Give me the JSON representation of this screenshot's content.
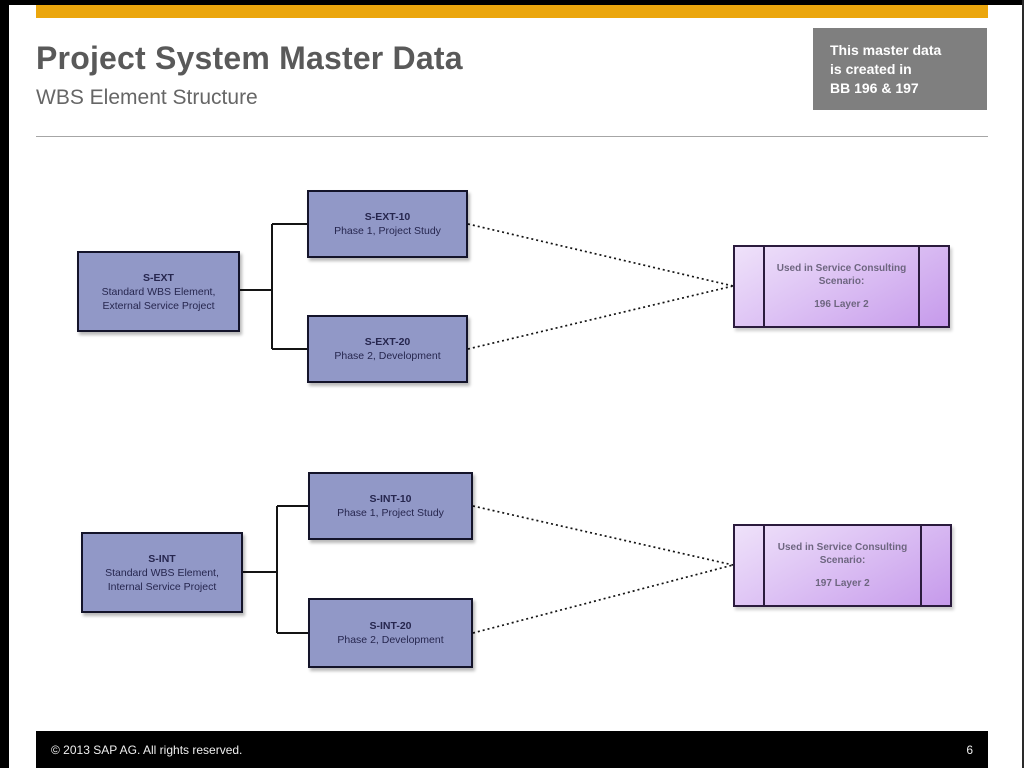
{
  "slide": {
    "title": "Project System Master Data",
    "subtitle": "WBS Element Structure",
    "callout": {
      "line1": "This master data",
      "line2": "is created in",
      "line3": "BB 196 & 197"
    },
    "footer": {
      "copyright": "© 2013 SAP AG. All rights reserved.",
      "page_number": "6"
    },
    "colors": {
      "accent_gold": "#EBA60D",
      "wbs_box_fill": "#9198C7",
      "wbs_box_border": "#14142A",
      "usage_box_fill_light": "#EFE2FA",
      "usage_box_fill_dark": "#C69AEB",
      "usage_box_border": "#2B1B3D",
      "callout_bg": "#7F7F7F",
      "title_gray": "#595959",
      "footer_bg": "#000000"
    }
  },
  "diagram": {
    "external": {
      "root": {
        "id": "S-EXT",
        "line1": "Standard WBS Element,",
        "line2": "External Service Project"
      },
      "child1": {
        "id": "S-EXT-10",
        "desc": "Phase 1, Project Study"
      },
      "child2": {
        "id": "S-EXT-20",
        "desc": "Phase 2, Development"
      },
      "usage": {
        "label": "Used in Service Consulting Scenario:",
        "value": "196 Layer 2"
      }
    },
    "internal": {
      "root": {
        "id": "S-INT",
        "line1": "Standard WBS Element,",
        "line2": "Internal Service Project"
      },
      "child1": {
        "id": "S-INT-10",
        "desc": "Phase 1, Project Study"
      },
      "child2": {
        "id": "S-INT-20",
        "desc": "Phase 2, Development"
      },
      "usage": {
        "label": "Used in Service Consulting Scenario:",
        "value": "197 Layer 2"
      }
    }
  }
}
